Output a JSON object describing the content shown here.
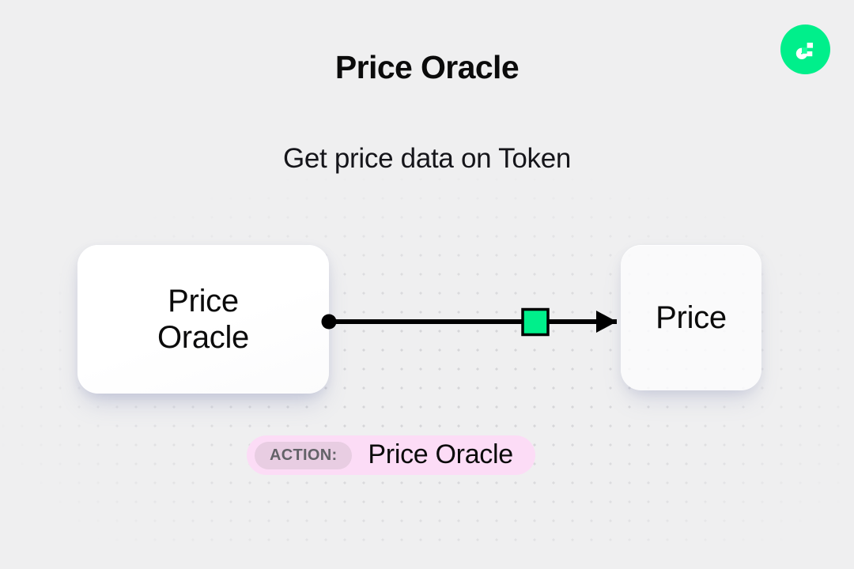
{
  "header": {
    "title": "Price Oracle",
    "subtitle": "Get price data on Token",
    "logo_icon": "flow-logo-icon",
    "logo_color": "#00ef8b"
  },
  "canvas": {
    "background_color": "#efeff0",
    "dot_color": "#d5d5d8"
  },
  "diagram": {
    "type": "flow",
    "nodes": [
      {
        "id": "source",
        "label": "Price\nOracle",
        "line1": "Price",
        "line2": "Oracle",
        "role": "source-node"
      },
      {
        "id": "target",
        "label": "Price",
        "line1": "Price",
        "role": "target-node"
      }
    ],
    "edge": {
      "from": "source",
      "to": "target",
      "start_handle": "dot",
      "end_handle": "arrow",
      "marker_shape": "square",
      "marker_color": "#00ef8b",
      "marker_border_color": "#000000",
      "line_color": "#000000"
    }
  },
  "action": {
    "tag_label": "ACTION:",
    "value": "Price Oracle",
    "pill_color": "#fcdcf6",
    "tag_color": "#e8cde2",
    "tag_text_color": "#636268"
  }
}
